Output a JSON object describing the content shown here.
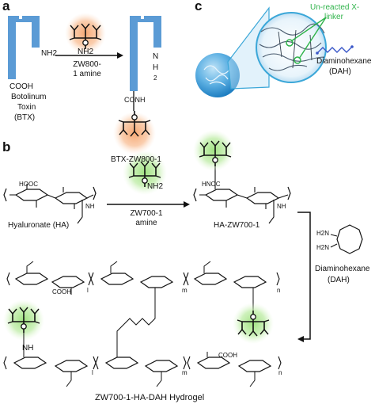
{
  "panel_a": {
    "label": "a",
    "nh2_left": "NH2",
    "amine_group": "NH2",
    "arrow_label_line1": "ZW800-",
    "arrow_label_line2": "1 amine",
    "cooh": "COOH",
    "toxin_line1": "Botolinum",
    "toxin_line2": "Toxin",
    "toxin_line3": "(BTX)",
    "vertical_N": "N",
    "vertical_H": "H",
    "vertical_2": "2",
    "conh": "CONH",
    "product": "BTX-ZW800-1"
  },
  "panel_b": {
    "label": "b",
    "hooc": "HOOC",
    "nh_ha": "NH",
    "ha_label": "Hyaluronate (HA)",
    "zw_amine": "NH2",
    "arrow_label_line1": "ZW700-1",
    "arrow_label_line2": "amine",
    "hnoc": "HNOC",
    "nh_product": "NH",
    "product": "HA-ZW700-1",
    "dah_line1": "Diaminohexane",
    "dah_line2": "(DAH)",
    "h2n_top": "H2N",
    "h2n_bottom": "H2N",
    "hydrogel": "ZW700-1-HA-DAH Hydrogel",
    "cooh": "COOH",
    "nh": "NH",
    "subscript_n": "n",
    "subscript_m": "m",
    "subscript_l": "l"
  },
  "panel_c": {
    "label": "c",
    "annotation_line1": "Un-reacted X-",
    "annotation_line2": "linker",
    "dah_line1": "Diaminohexane",
    "dah_line2": "(DAH)"
  },
  "colors": {
    "protein_blue": "#5b9bd5",
    "orange_glow": "#f5a36b",
    "green_glow": "#9be07a",
    "sphere_blue": "#4ea3dc",
    "annotation_green": "#2fb34a",
    "connector_blue": "#3ba7d8"
  }
}
